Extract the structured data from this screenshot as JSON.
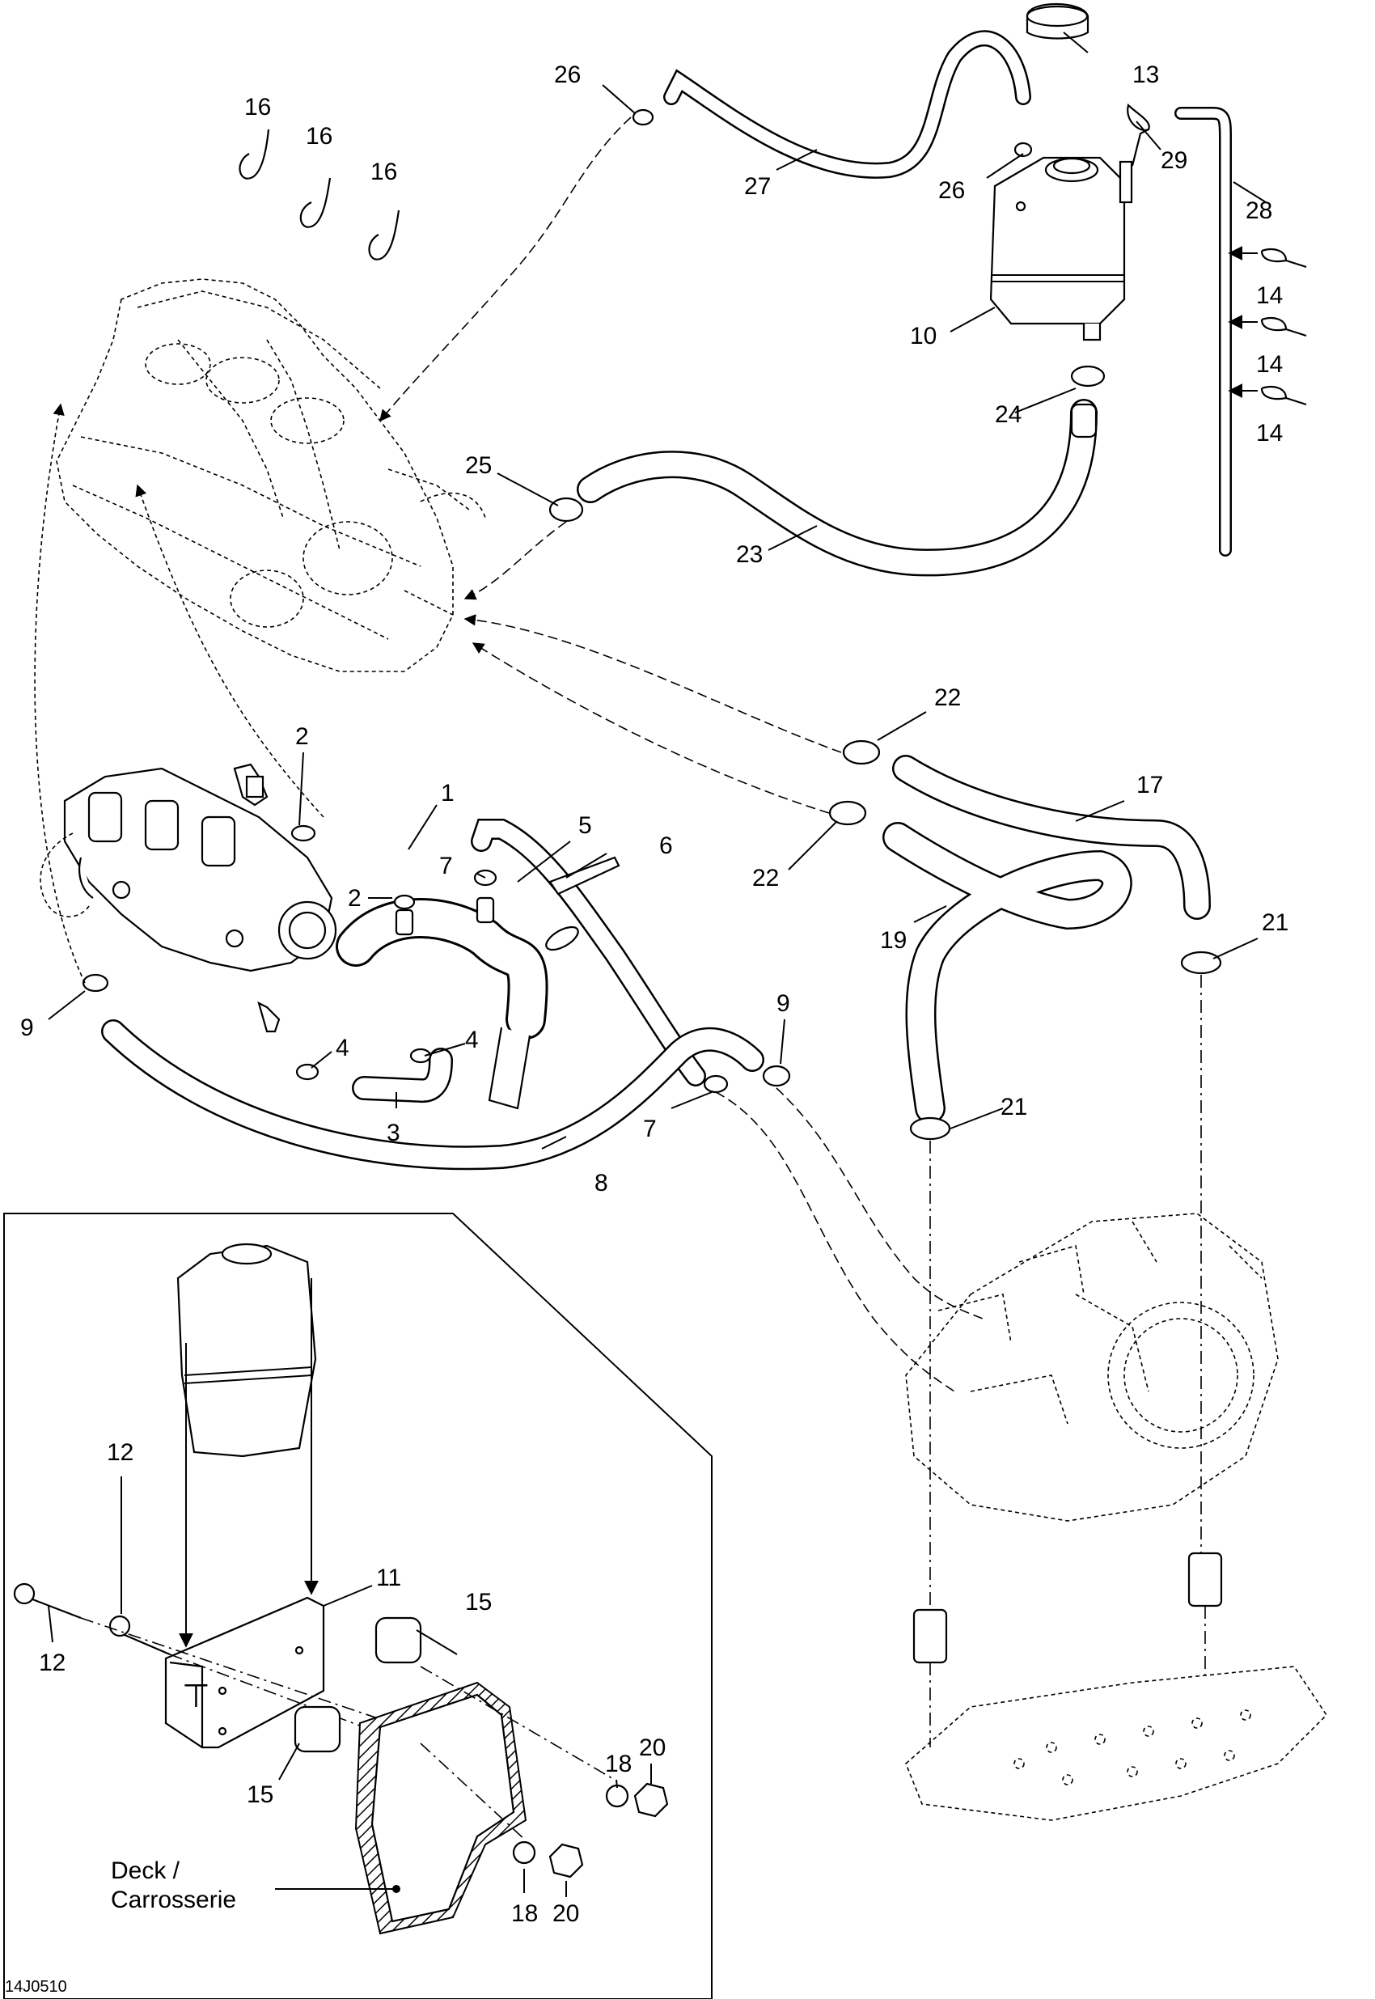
{
  "diagram": {
    "drawing_id": "14J0510",
    "deck_label": [
      "Deck /",
      "Carrosserie"
    ],
    "callouts": {
      "c1": "1",
      "c2a": "2",
      "c2b": "2",
      "c3": "3",
      "c4a": "4",
      "c4b": "4",
      "c5": "5",
      "c6": "6",
      "c7a": "7",
      "c7b": "7",
      "c8": "8",
      "c9a": "9",
      "c9b": "9",
      "c10": "10",
      "c11": "11",
      "c12a": "12",
      "c12b": "12",
      "c13": "13",
      "c14a": "14",
      "c14b": "14",
      "c14c": "14",
      "c15a": "15",
      "c15b": "15",
      "c16a": "16",
      "c16b": "16",
      "c16c": "16",
      "c17": "17",
      "c18a": "18",
      "c18b": "18",
      "c19": "19",
      "c20a": "20",
      "c20b": "20",
      "c21a": "21",
      "c21b": "21",
      "c22a": "22",
      "c22b": "22",
      "c23": "23",
      "c24": "24",
      "c25": "25",
      "c26a": "26",
      "c26b": "26",
      "c27": "27",
      "c28": "28",
      "c29": "29"
    }
  }
}
